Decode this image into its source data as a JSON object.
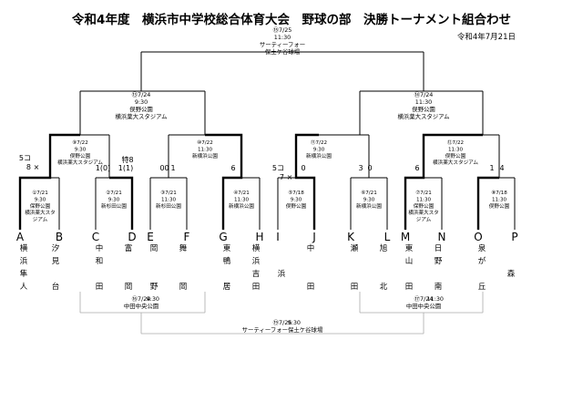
{
  "title": "令和4年度　横浜市中学校総合体育大会　野球の部　決勝トーナメント組合わせ",
  "date": "令和4年7月21日",
  "teams": [
    {
      "letter": "A",
      "name": [
        "横",
        "浜",
        "隼",
        "人"
      ]
    },
    {
      "letter": "B",
      "name": [
        "汐",
        "見",
        "",
        "台"
      ]
    },
    {
      "letter": "C",
      "name": [
        "中",
        "和",
        "",
        "田"
      ]
    },
    {
      "letter": "D",
      "name": [
        "富",
        "",
        "",
        "岡"
      ]
    },
    {
      "letter": "E",
      "name": [
        "岡",
        "",
        "",
        "野"
      ]
    },
    {
      "letter": "F",
      "name": [
        "舞",
        "",
        "",
        "岡"
      ]
    },
    {
      "letter": "G",
      "name": [
        "東",
        "鴨",
        "",
        "居"
      ]
    },
    {
      "letter": "H",
      "name": [
        "横",
        "浜",
        "吉",
        "田"
      ]
    },
    {
      "letter": "I",
      "name": [
        "",
        "",
        "浜",
        ""
      ]
    },
    {
      "letter": "J",
      "name": [
        "中",
        "",
        "",
        "田"
      ]
    },
    {
      "letter": "K",
      "name": [
        "瀬",
        "",
        "",
        "田"
      ]
    },
    {
      "letter": "L",
      "name": [
        "旭",
        "",
        "",
        "北"
      ]
    },
    {
      "letter": "M",
      "name": [
        "東",
        "山",
        "",
        "田"
      ]
    },
    {
      "letter": "N",
      "name": [
        "日",
        "野",
        "",
        "南"
      ]
    },
    {
      "letter": "O",
      "name": [
        "泉",
        "が",
        "",
        "丘"
      ]
    },
    {
      "letter": "P",
      "name": [
        "",
        "",
        "森",
        ""
      ]
    }
  ],
  "games": [
    {
      "no": "①",
      "date": "7/21",
      "time": "9:30",
      "venue": [
        "保野公園",
        "横浜薬大スタ",
        "ジアム"
      ]
    },
    {
      "no": "②",
      "date": "7/21",
      "time": "9:30",
      "venue": [
        "新杉田公園"
      ]
    },
    {
      "no": "③",
      "date": "7/21",
      "time": "11:30",
      "venue": [
        "新杉田公園"
      ]
    },
    {
      "no": "④",
      "date": "7/21",
      "time": "11:30",
      "venue": [
        "新横浜公園"
      ]
    },
    {
      "no": "⑤",
      "date": "7/18",
      "time": "9:30",
      "venue": [
        "俣野公園"
      ]
    },
    {
      "no": "⑥",
      "date": "7/21",
      "time": "9:30",
      "venue": [
        "新横浜公園"
      ]
    },
    {
      "no": "⑦",
      "date": "7/21",
      "time": "11:30",
      "venue": [
        "保野公園",
        "横浜薬大スタ",
        "ジアム"
      ]
    },
    {
      "no": "⑧",
      "date": "7/18",
      "time": "11:30",
      "venue": [
        "俣野公園"
      ]
    },
    {
      "no": "⑨",
      "date": "7/22",
      "time": "9:30",
      "venue": [
        "俣野公園",
        "横浜薬大スタジアム"
      ]
    },
    {
      "no": "⑩",
      "date": "7/22",
      "time": "11:30",
      "venue": [
        "新横浜公園"
      ]
    },
    {
      "no": "⑪",
      "date": "7/22",
      "time": "9:30",
      "venue": [
        "新横浜公園"
      ]
    },
    {
      "no": "⑫",
      "date": "7/22",
      "time": "11:30",
      "venue": [
        "俣野公園",
        "横浜薬大スタジアム"
      ]
    },
    {
      "no": "⑬",
      "date": "7/24",
      "time": "9:30",
      "venue": [
        "俣野公園",
        "横浜薬大スタジアム"
      ]
    },
    {
      "no": "⑭",
      "date": "7/24",
      "time": "11:30",
      "venue": [
        "俣野公園",
        "横浜薬大スタジアム"
      ]
    },
    {
      "no": "⑮",
      "date": "7/25",
      "time": "11:30",
      "venue": [
        "サーティーフォー",
        "保土ケ谷球場"
      ]
    },
    {
      "no": "⑯",
      "date": "7/24",
      "time": "9:30",
      "venue": [
        "中田中央公園"
      ]
    },
    {
      "no": "⑰",
      "date": "7/24",
      "time": "11:30",
      "venue": [
        "中田中央公園"
      ]
    },
    {
      "no": "⑲",
      "date": "7/25",
      "time": "9:30",
      "venue": [
        "サーティーフォー保土ケ谷球場"
      ]
    }
  ],
  "scores": [
    {
      "game": "⑨",
      "left": "5コ 8",
      "right": "1(0)",
      "mid": "×"
    },
    {
      "game": "⑩",
      "left": "0",
      "right": "6",
      "mid": ""
    },
    {
      "game": "⑪",
      "left": "5コ 7",
      "right": "0",
      "mid": "×"
    },
    {
      "game": "⑫",
      "left": "6",
      "right": "1",
      "mid": ""
    },
    {
      "game": "⑥-⑦",
      "left": "3",
      "right": "0",
      "mid": ""
    },
    {
      "game": "②",
      "left": "特8",
      "right": "1(1)",
      "mid": ""
    },
    {
      "game": "③",
      "left": "0",
      "right": "1",
      "mid": ""
    },
    {
      "game": "⑨b",
      "left": "",
      "right": "4",
      "mid": ""
    }
  ]
}
